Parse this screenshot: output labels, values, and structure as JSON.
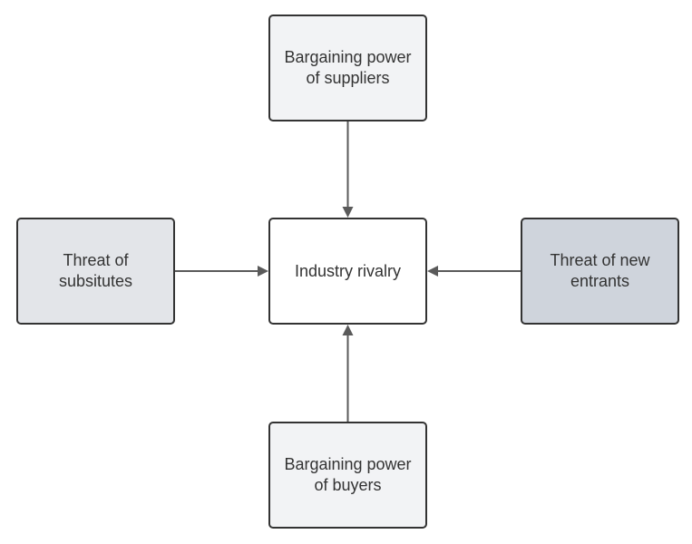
{
  "diagram": {
    "center": {
      "label": "Industry rivalry",
      "fill": "#ffffff"
    },
    "top": {
      "label": "Bargaining power\nof suppliers",
      "fill": "#f2f3f5"
    },
    "bottom": {
      "label": "Bargaining power\nof buyers",
      "fill": "#f2f3f5"
    },
    "left": {
      "label": "Threat of\nsubsitutes",
      "fill": "#e3e5e9"
    },
    "right": {
      "label": "Threat of new\nentrants",
      "fill": "#cfd4dc"
    }
  },
  "colors": {
    "stroke": "#333333",
    "arrow": "#5a5a5a"
  },
  "edges": [
    {
      "from": "top",
      "to": "center"
    },
    {
      "from": "bottom",
      "to": "center"
    },
    {
      "from": "left",
      "to": "center"
    },
    {
      "from": "right",
      "to": "center"
    }
  ]
}
